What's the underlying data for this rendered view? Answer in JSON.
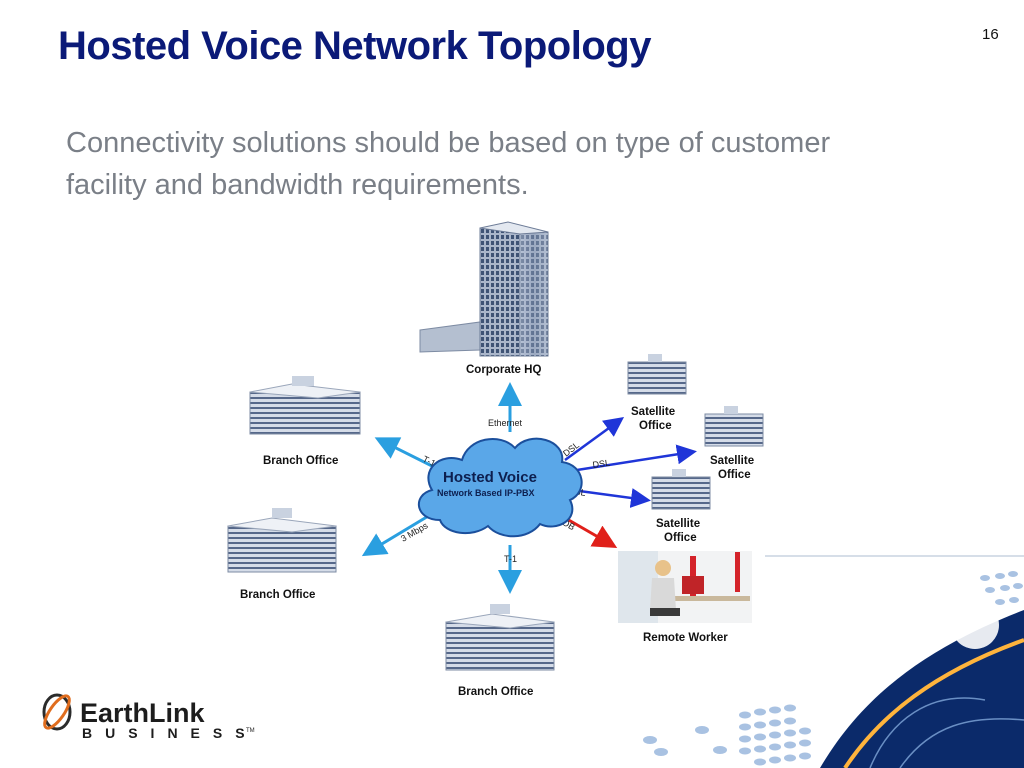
{
  "slide": {
    "title": "Hosted Voice Network Topology",
    "page_number": "16",
    "body": "Connectivity solutions should be based on type of customer facility and bandwidth requirements."
  },
  "diagram": {
    "hub": {
      "title": "Hosted Voice",
      "subtitle": "Network Based IP-PBX"
    },
    "nodes": {
      "corporate_hq": "Corporate HQ",
      "branch_top_left": "Branch Office",
      "branch_mid_left": "Branch Office",
      "branch_bottom": "Branch Office",
      "satellite_1": [
        "Satellite",
        "Office"
      ],
      "satellite_2": [
        "Satellite",
        "Office"
      ],
      "satellite_3": [
        "Satellite",
        "Office"
      ],
      "remote_worker": "Remote Worker"
    },
    "links": {
      "corporate_hq": "Ethernet",
      "branch_top_left": "T-1",
      "branch_mid_left": "3 Mbps",
      "branch_bottom": "T-1",
      "satellite_1": "DSL",
      "satellite_2": "DSL",
      "satellite_3": "DSL",
      "remote_worker": "BYOB"
    },
    "colors": {
      "link": "#1f35d8",
      "remote_link": "#e0201a",
      "hub_link": "#2a9fe0",
      "cloud": "#5aa7e8"
    }
  },
  "logo": {
    "brand": "EarthLink",
    "sub": "BUSINESS",
    "mark": "TM"
  },
  "decor": {
    "accent": "#0b2a6a",
    "dots": "#a9c2e2"
  }
}
